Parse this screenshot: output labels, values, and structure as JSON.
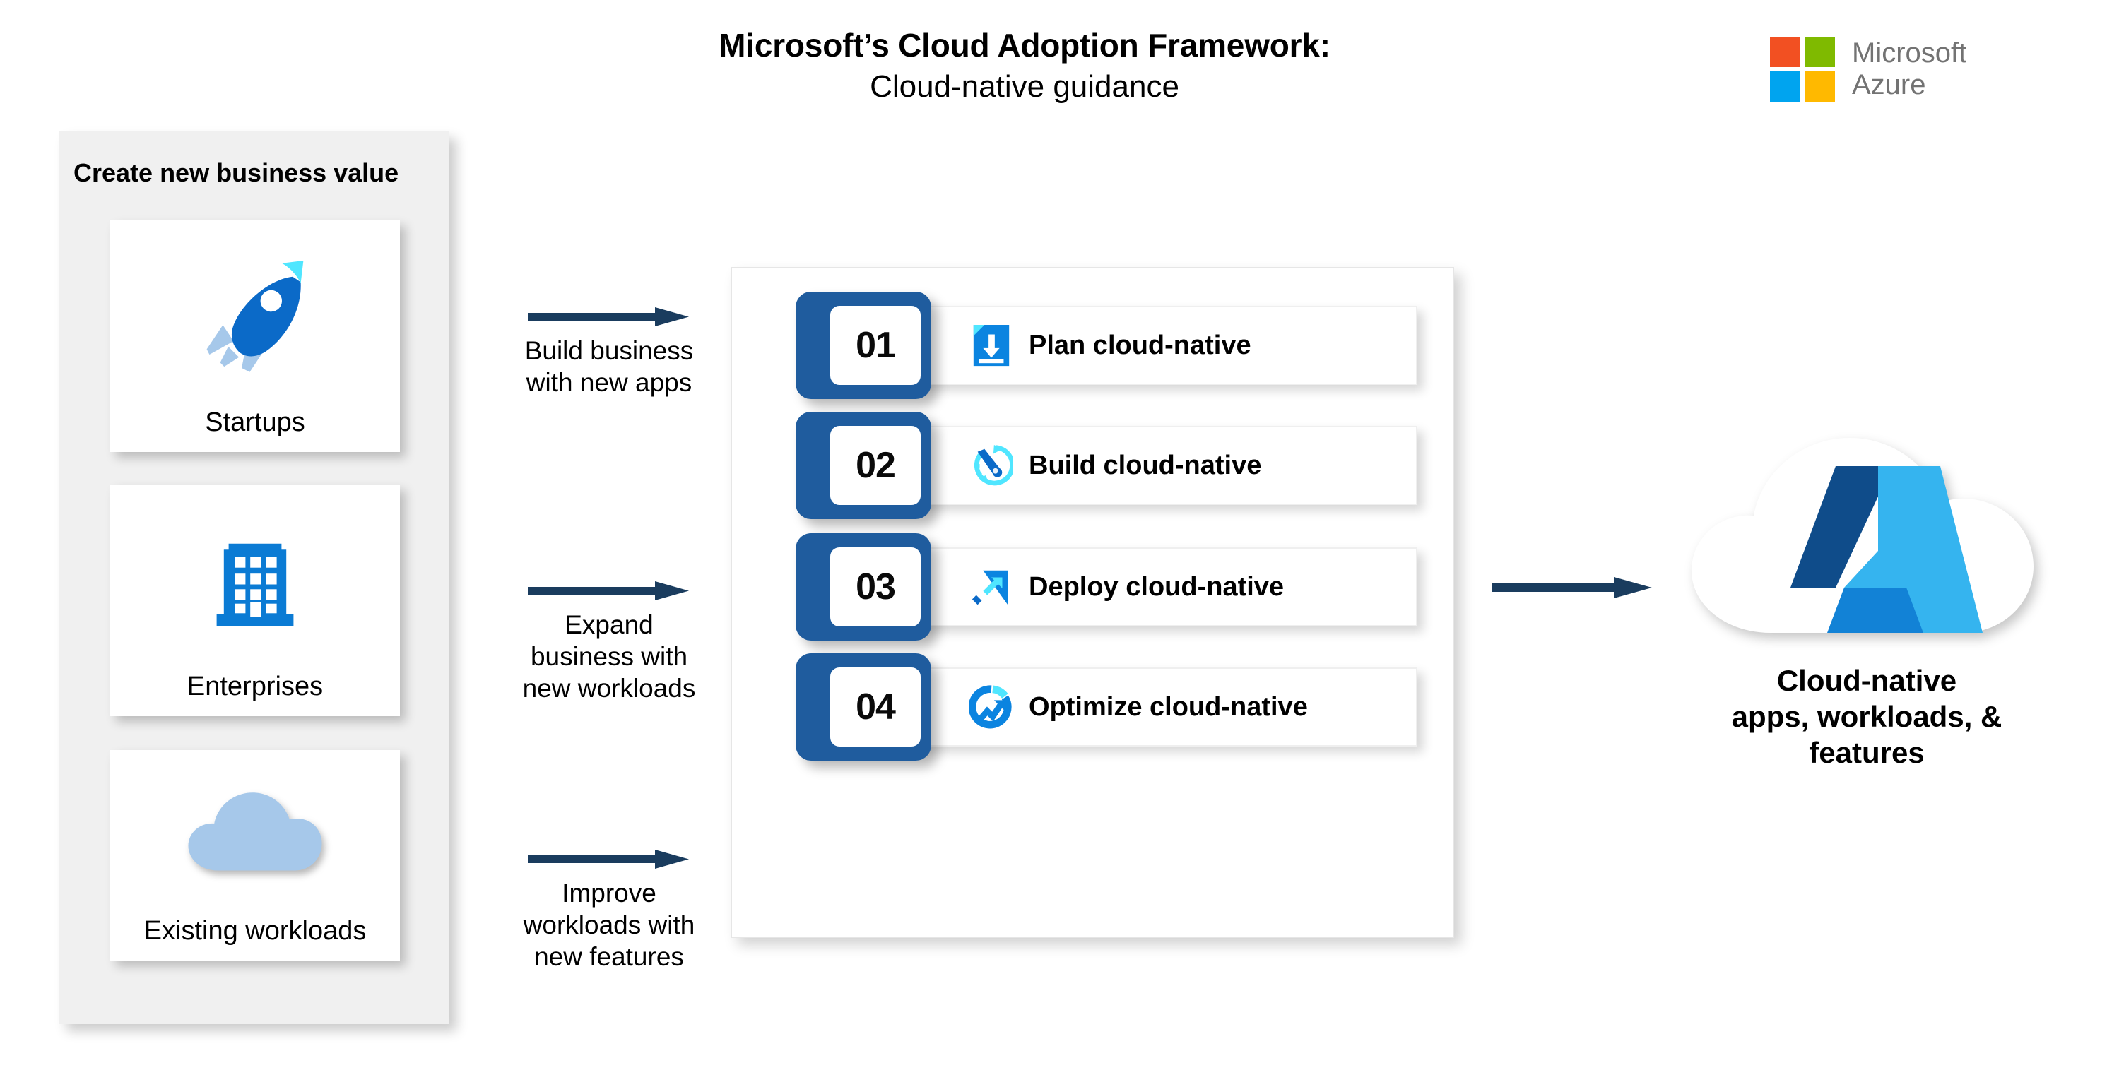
{
  "header": {
    "title_line1": "Microsoft’s Cloud Adoption Framework:",
    "title_line2": "Cloud-native guidance",
    "logo": {
      "brand_line1": "Microsoft",
      "brand_line2": "Azure",
      "square_colors": [
        "#f25022",
        "#7fba00",
        "#00a4ef",
        "#ffb900"
      ],
      "wordmark_color": "#737373"
    }
  },
  "left_panel": {
    "title": "Create new business value",
    "background": "#f0f0f0",
    "cards": [
      {
        "label": "Startups",
        "icon": "rocket-icon"
      },
      {
        "label": "Enterprises",
        "icon": "office-building-icon"
      },
      {
        "label": "Existing workloads",
        "icon": "cloud-icon"
      }
    ]
  },
  "flows": [
    {
      "label": "Build business\nwith new apps",
      "icon": "arrow-right-icon"
    },
    {
      "label": "Expand\nbusiness with\nnew workloads",
      "icon": "arrow-right-icon"
    },
    {
      "label": "Improve\nworkloads with\nnew features",
      "icon": "arrow-right-icon"
    }
  ],
  "steps_panel": {
    "badge_color": "#1f5c9e",
    "steps": [
      {
        "number": "01",
        "label": "Plan cloud-native",
        "icon": "document-download-icon"
      },
      {
        "number": "02",
        "label": "Build cloud-native",
        "icon": "wrench-refresh-icon"
      },
      {
        "number": "03",
        "label": "Deploy cloud-native",
        "icon": "launch-arrow-icon"
      },
      {
        "number": "04",
        "label": "Optimize cloud-native",
        "icon": "donut-trend-icon"
      }
    ]
  },
  "outcome_arrow": {
    "icon": "arrow-right-icon",
    "color": "#1a3c5e"
  },
  "outcome": {
    "label": "Cloud-native\napps, workloads, &\nfeatures",
    "icon": "azure-cloud-logo",
    "colors": {
      "azure_dark": "#0f4c8a",
      "azure_light": "#35b4ef",
      "cloud": "#ffffff"
    }
  },
  "palette": {
    "arrow_navy": "#1a3c5e",
    "azure_blue": "#0078d4",
    "cyan": "#50e6ff",
    "light_blue": "#a6c8ea",
    "panel_gray": "#f0f0f0"
  }
}
